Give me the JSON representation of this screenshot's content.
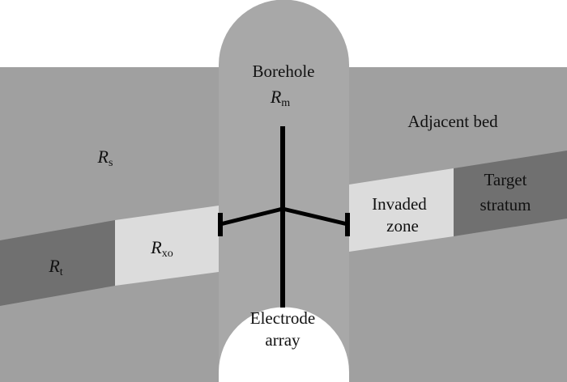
{
  "colors": {
    "formation": "#a0a0a0",
    "borehole": "#a8a8a8",
    "invaded_zone": "#dcdcdc",
    "target_stratum": "#707070",
    "electrode_array": "#000000",
    "background": "#ffffff",
    "text": "#111111"
  },
  "labels": {
    "borehole": "Borehole",
    "rm_main": "R",
    "rm_sub": "m",
    "adjacent_bed": "Adjacent bed",
    "rs_main": "R",
    "rs_sub": "s",
    "rxo_main": "R",
    "rxo_sub": "xo",
    "rt_main": "R",
    "rt_sub": "t",
    "invaded_zone_line1": "Invaded",
    "invaded_zone_line2": "zone",
    "target_stratum_line1": "Target",
    "target_stratum_line2": "stratum",
    "electrode_array_line1": "Electrode",
    "electrode_array_line2": "array"
  }
}
